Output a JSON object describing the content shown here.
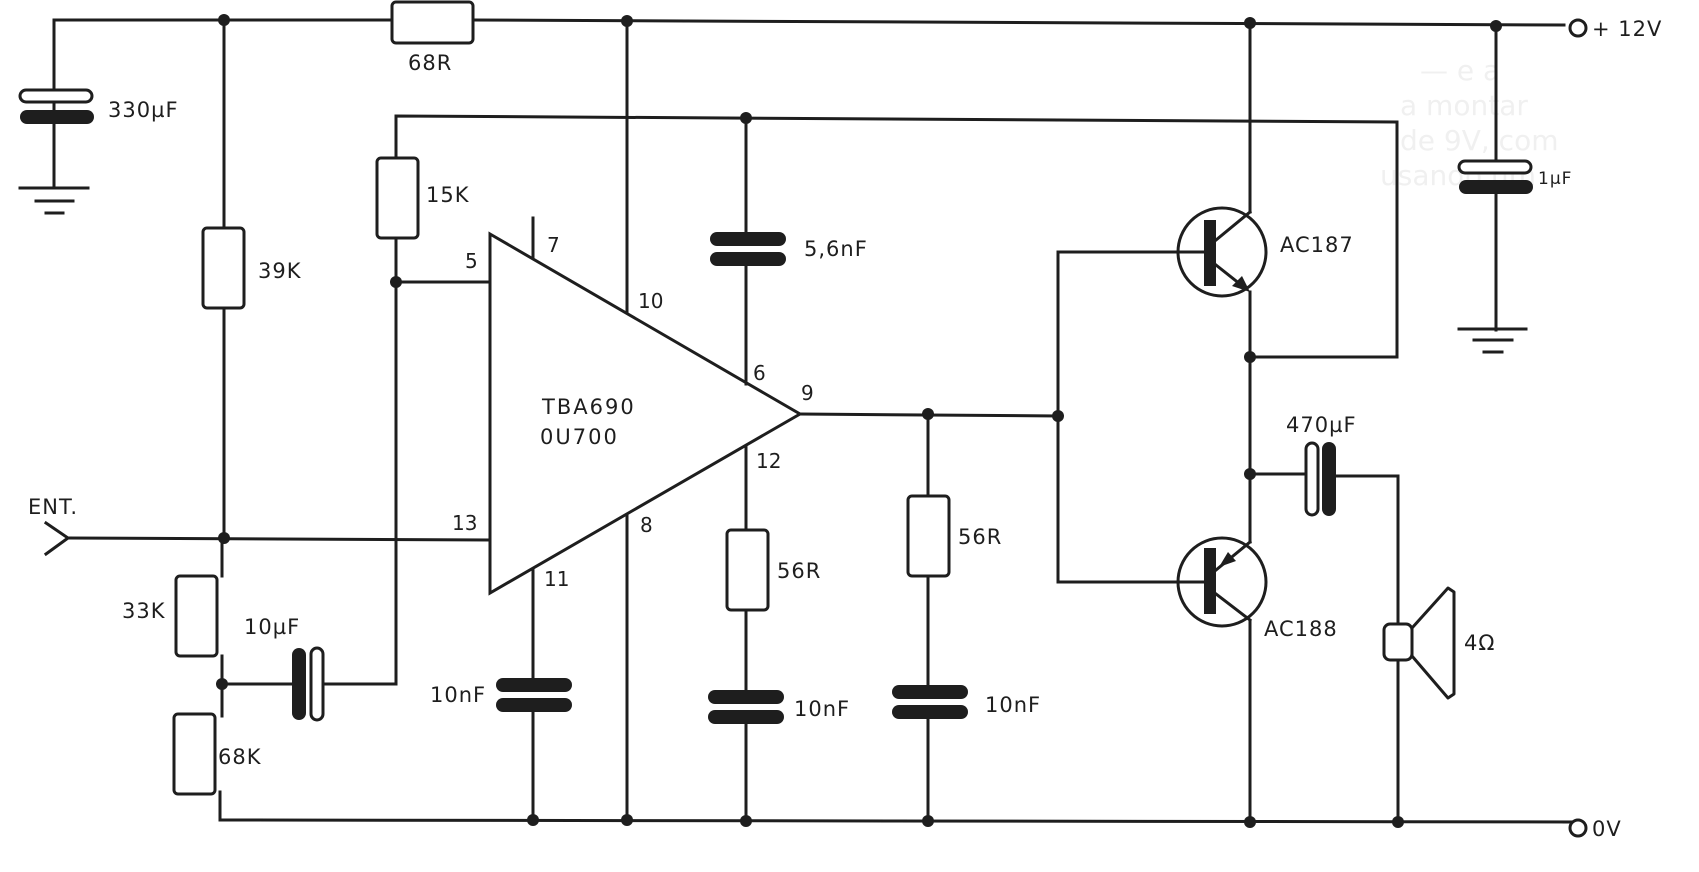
{
  "diagram": {
    "title": "TBA690 audio amplifier schematic",
    "ic": {
      "line1": "TBA690",
      "line2": "0U700",
      "pins": {
        "p5": "5",
        "p7": "7",
        "p10": "10",
        "p6": "6",
        "p9": "9",
        "p12": "12",
        "p13": "13",
        "p11": "11",
        "p8": "8"
      }
    },
    "input_label": "ENT.",
    "terminals": {
      "supply": "+ 12V",
      "ground": "0V"
    },
    "resistors": {
      "r68r": "68R",
      "r39k": "39K",
      "r15k": "15K",
      "r33k": "33K",
      "r68k": "68K",
      "r56r_a": "56R",
      "r56r_b": "56R"
    },
    "capacitors": {
      "c330u": "330µF",
      "c1u": "1µF",
      "c5n6": "5,6nF",
      "c10u": "10µF",
      "c10n_a": "10nF",
      "c10n_b": "10nF",
      "c10n_c": "10nF",
      "c470u": "470µF"
    },
    "transistors": {
      "q1": "AC187",
      "q2": "AC188"
    },
    "speaker": "4Ω"
  }
}
